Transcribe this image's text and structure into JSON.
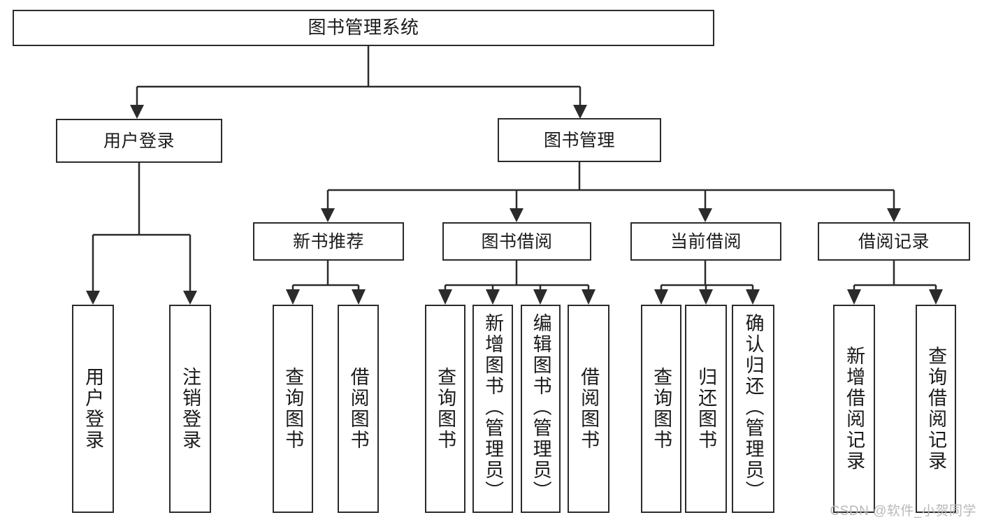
{
  "diagram": {
    "title_text": "图书管理系统",
    "watermark": "CSDN @软件_小贺同学",
    "stroke_color": "#2b2b2b",
    "fill_color": "#ffffff",
    "text_color": "#1a1a1a",
    "root": {
      "label": "图书管理系统"
    },
    "level2": [
      {
        "label": "用户登录"
      },
      {
        "label": "图书管理"
      }
    ],
    "level3": [
      {
        "label": "新书推荐"
      },
      {
        "label": "图书借阅"
      },
      {
        "label": "当前借阅"
      },
      {
        "label": "借阅记录"
      }
    ],
    "leaves": [
      {
        "label": "用户登录"
      },
      {
        "label": "注销登录"
      },
      {
        "label": "查询图书"
      },
      {
        "label": "借阅图书"
      },
      {
        "label": "查询图书"
      },
      {
        "label": "新增图书（管理员）"
      },
      {
        "label": "编辑图书（管理员）"
      },
      {
        "label": "借阅图书"
      },
      {
        "label": "查询图书"
      },
      {
        "label": "归还图书"
      },
      {
        "label": "确认归还（管理员）"
      },
      {
        "label": "新增借阅记录"
      },
      {
        "label": "查询借阅记录"
      }
    ]
  }
}
